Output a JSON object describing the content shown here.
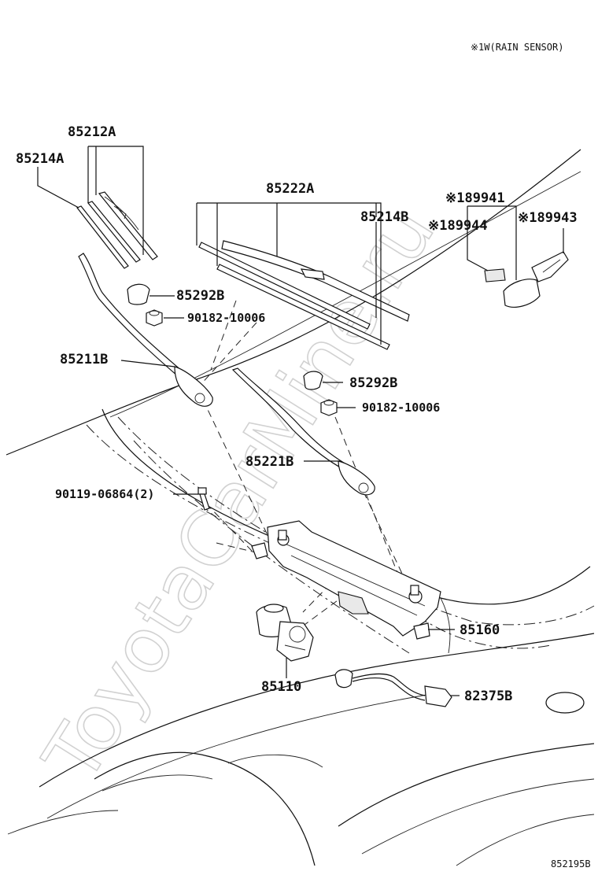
{
  "note": "※1W(RAIN SENSOR)",
  "watermark": "ToyotaCarMine.ru",
  "diagram_code": "852195B",
  "parts": {
    "p85212A": "85212A",
    "p85214A": "85214A",
    "p85222A": "85222A",
    "p85214B": "85214B",
    "p89941": "※189941",
    "p89944": "※189944",
    "p89943": "※189943",
    "p85292B_1": "85292B",
    "p90182_1": "90182-10006",
    "p85211B": "85211B",
    "p85292B_2": "85292B",
    "p90182_2": "90182-10006",
    "p85221B": "85221B",
    "p90119": "90119-06864(2)",
    "p85160": "85160",
    "p85110": "85110",
    "p82375B": "82375B"
  }
}
